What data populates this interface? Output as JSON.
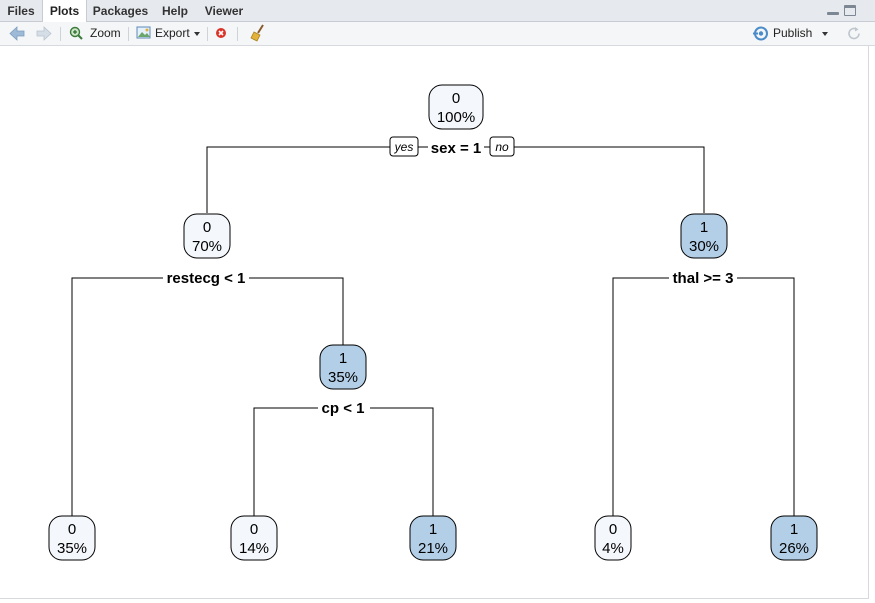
{
  "tabs": [
    "Files",
    "Plots",
    "Packages",
    "Help",
    "Viewer"
  ],
  "active_tab": "Plots",
  "toolbar": {
    "zoom_label": "Zoom",
    "export_label": "Export",
    "publish_label": "Publish"
  },
  "colors": {
    "node_light": "#f4f8fc",
    "node_blue": "#b3cfe8",
    "edge": "#000000"
  },
  "tree": {
    "yes_label": "yes",
    "no_label": "no",
    "nodes": {
      "root": {
        "class": "0",
        "pct": "100%"
      },
      "n70": {
        "class": "0",
        "pct": "70%"
      },
      "n30": {
        "class": "1",
        "pct": "30%"
      },
      "n35m": {
        "class": "1",
        "pct": "35%"
      },
      "leaf35": {
        "class": "0",
        "pct": "35%"
      },
      "leaf14": {
        "class": "0",
        "pct": "14%"
      },
      "leaf21": {
        "class": "1",
        "pct": "21%"
      },
      "leaf4": {
        "class": "0",
        "pct": "4%"
      },
      "leaf26": {
        "class": "1",
        "pct": "26%"
      }
    },
    "splits": {
      "root": "sex = 1",
      "n70": "restecg < 1",
      "n35m": "cp < 1",
      "n30": "thal >= 3"
    }
  }
}
